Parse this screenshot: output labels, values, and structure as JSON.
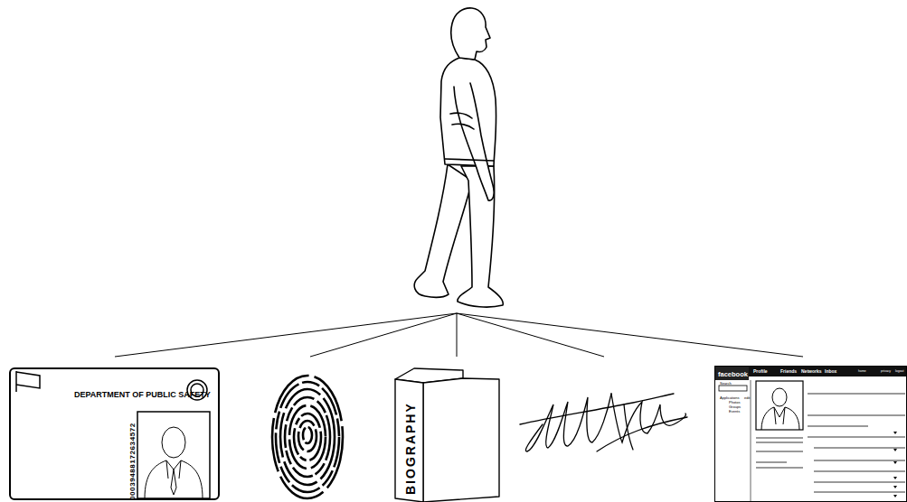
{
  "diagram": {
    "nodes": [
      {
        "text": [
          "DEPARTMENT OF PUBLIC SAFETY",
          "00039488172634572"
        ]
      },
      {
        "text": [
          "BIOGRAPHY"
        ]
      },
      {
        "text": [
          "facebook",
          "Profile",
          "Friends",
          "Networks",
          "Inbox",
          "home",
          "privacy",
          "logout",
          "Search",
          "Applications",
          "edit",
          "Photos",
          "Groups",
          "Events"
        ]
      }
    ]
  }
}
